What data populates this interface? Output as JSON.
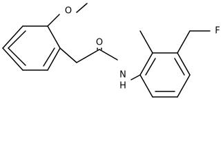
{
  "molecule": {
    "atoms": {
      "methoxy_oxygen": "O",
      "carbonyl_oxygen": "O",
      "amide_nitrogen": "N",
      "amide_hydrogen": "H",
      "fluorine": "F"
    }
  }
}
